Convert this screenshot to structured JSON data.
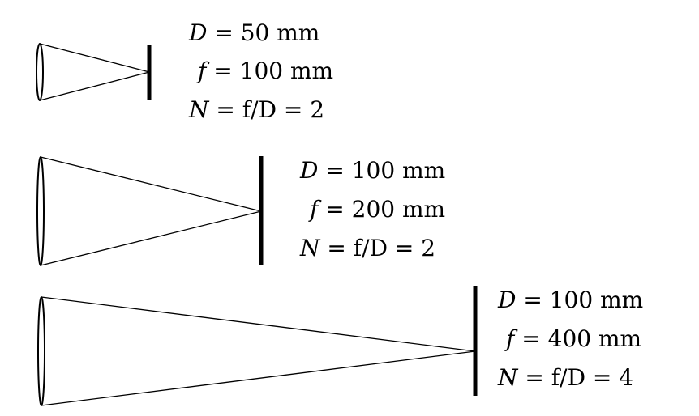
{
  "diagrams": [
    {
      "id": "lens-1",
      "labels": [
        {
          "name": "D",
          "rhs": "50 mm"
        },
        {
          "name": "f",
          "rhs": "100 mm"
        },
        {
          "name": "N",
          "rhs": "f/D = 2"
        }
      ]
    },
    {
      "id": "lens-2",
      "labels": [
        {
          "name": "D",
          "rhs": "100 mm"
        },
        {
          "name": "f",
          "rhs": "200 mm"
        },
        {
          "name": "N",
          "rhs": "f/D = 2"
        }
      ]
    },
    {
      "id": "lens-3",
      "labels": [
        {
          "name": "D",
          "rhs": "100 mm"
        },
        {
          "name": "f",
          "rhs": "400 mm"
        },
        {
          "name": "N",
          "rhs": "f/D = 4"
        }
      ]
    }
  ],
  "colors": {
    "stroke": "#000000",
    "background": "#ffffff"
  }
}
